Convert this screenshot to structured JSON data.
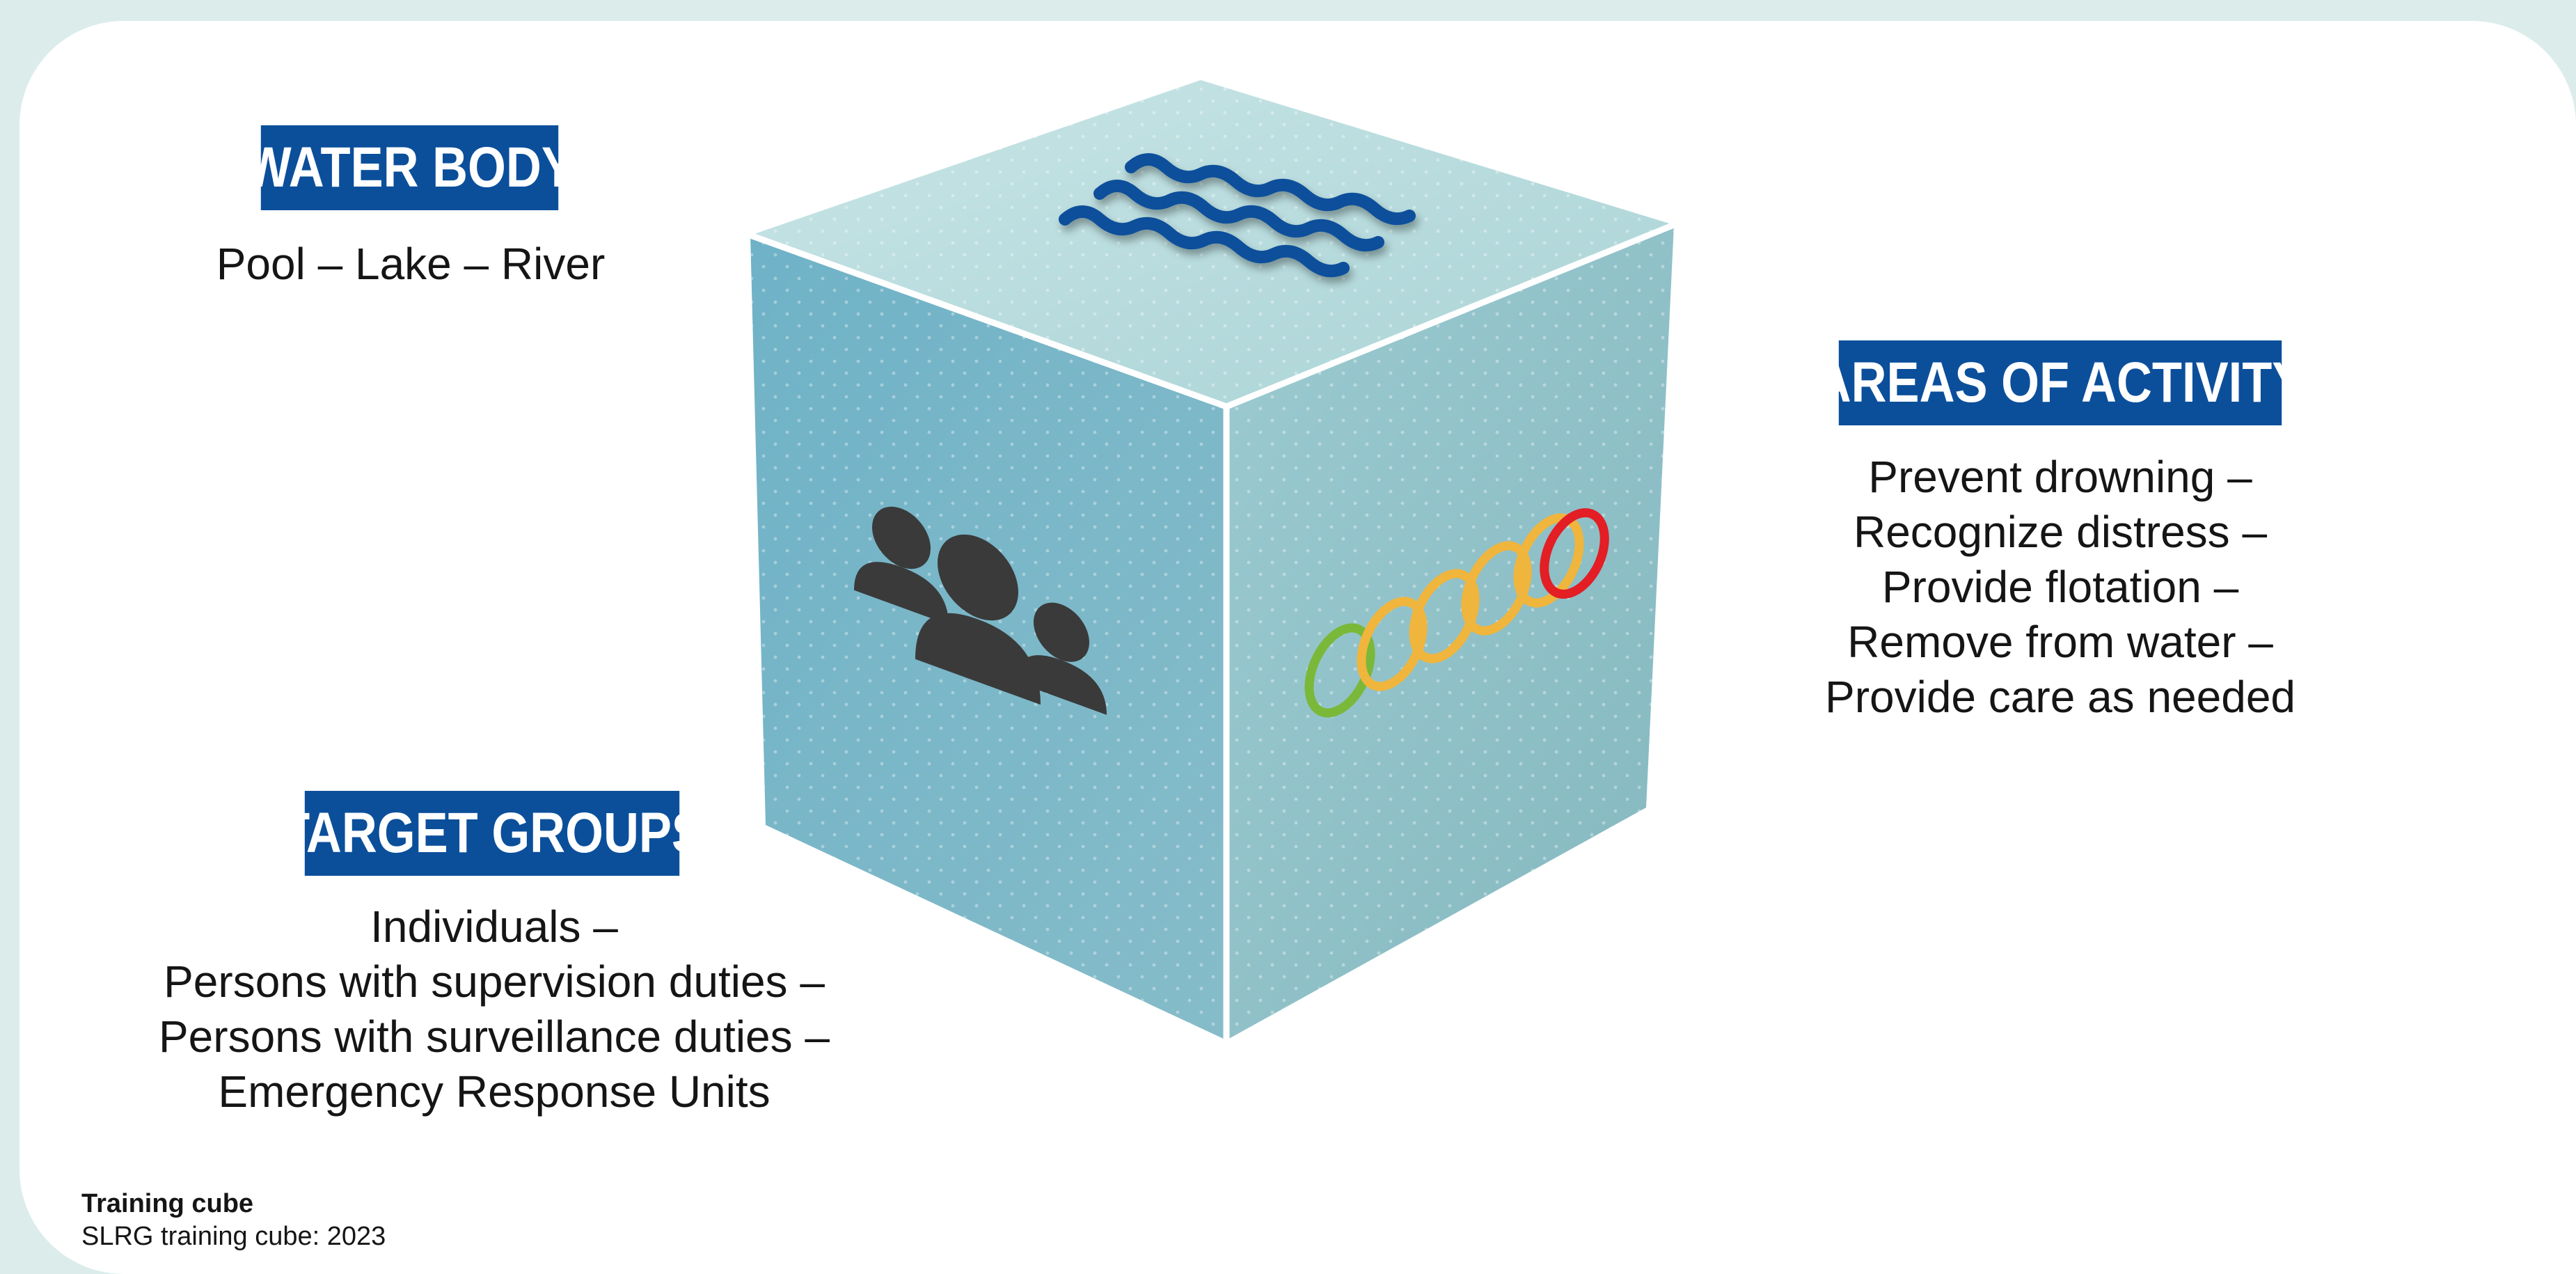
{
  "water_body": {
    "title": "WATER BODY",
    "line": "Pool – Lake – River"
  },
  "areas_of_activity": {
    "title": "AREAS OF ACTIVITY",
    "lines": [
      "Prevent drowning –",
      "Recognize distress –",
      "Provide flotation –",
      "Remove from water –",
      "Provide care as needed"
    ]
  },
  "target_groups": {
    "title": "TARGET GROUPS",
    "lines": [
      "Individuals –",
      "Persons with supervision duties –",
      "Persons with surveillance duties –",
      "Emergency Response Units"
    ]
  },
  "caption": {
    "title": "Training cube",
    "source": "SLRG training cube: 2023"
  },
  "cube": {
    "top_icon": "water-waves-icon",
    "left_icon": "people-group-icon",
    "right_icon": "chain-rings-icon",
    "chain_colors": [
      "#7ab83a",
      "#f0b53c",
      "#f0b53c",
      "#f0b53c",
      "#f0b53c",
      "#e31e24"
    ]
  },
  "colors": {
    "label_box": "#0b4f9b",
    "page_background": "#dbeceb",
    "wave_icon": "#0b4f9b",
    "people_icon": "#3a3a3a"
  }
}
